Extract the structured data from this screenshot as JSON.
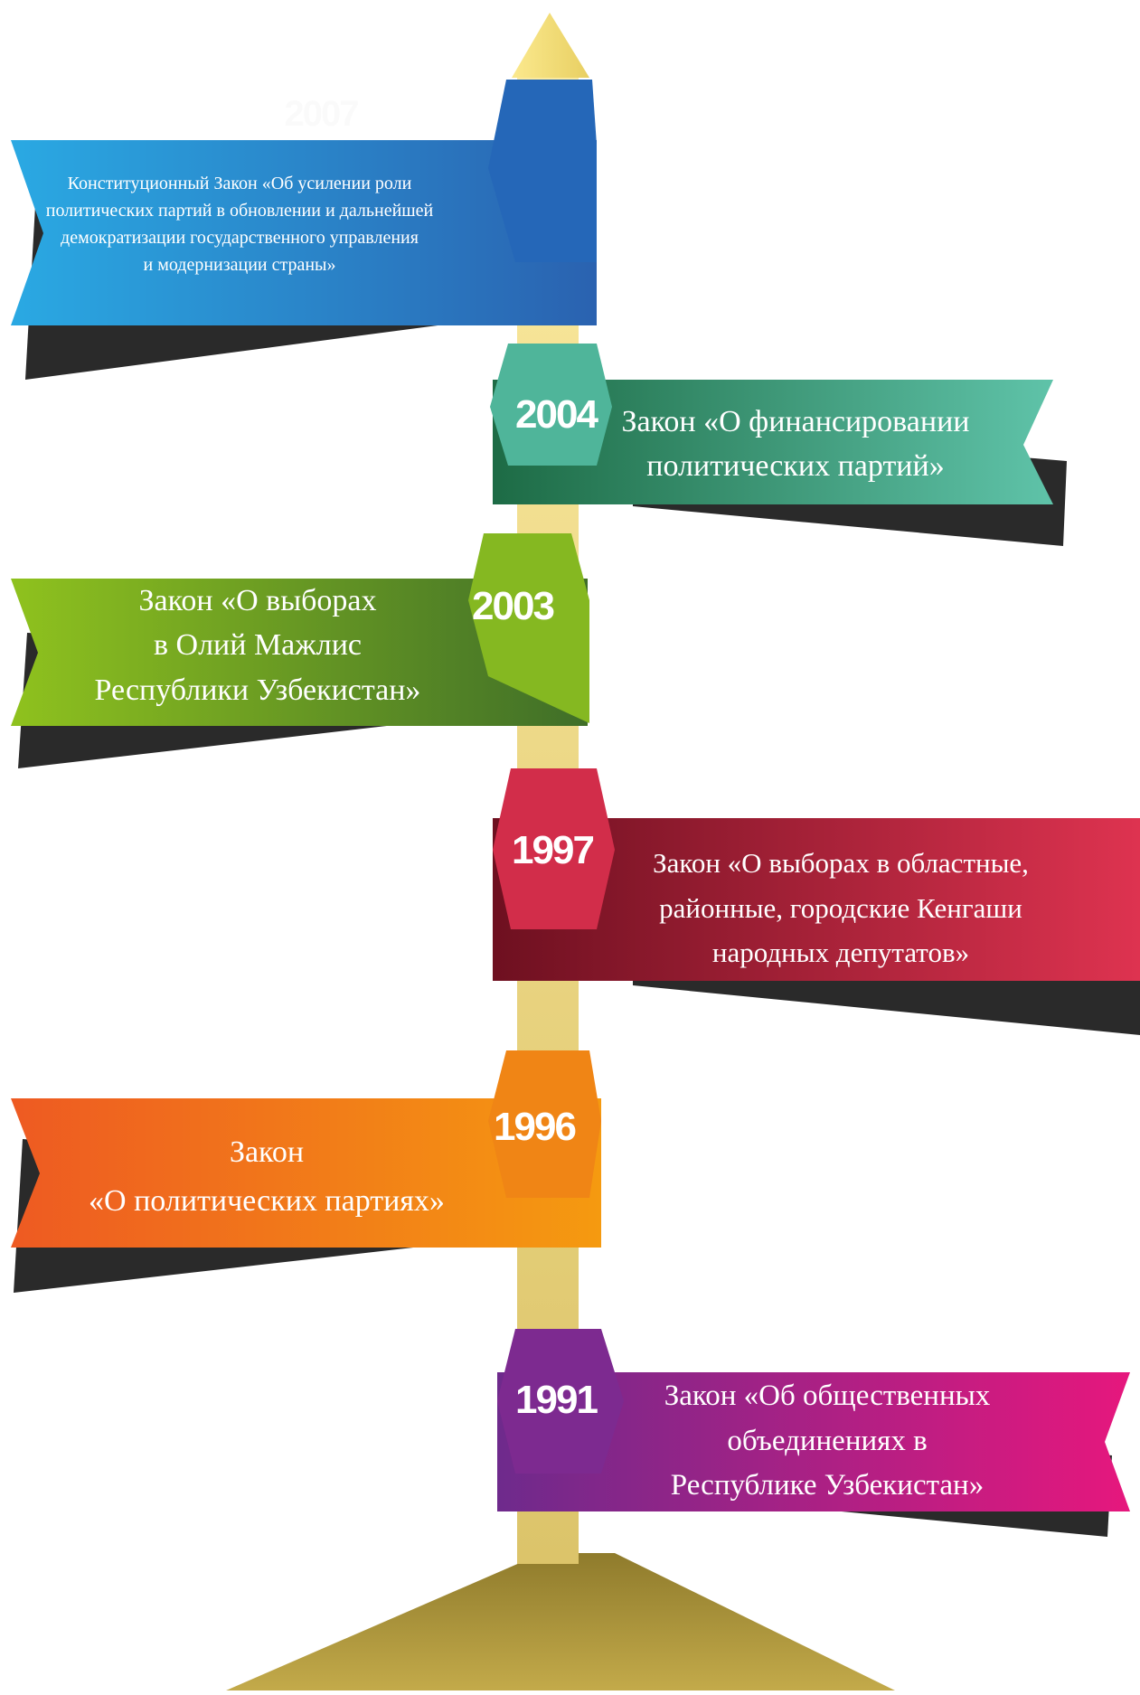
{
  "colors": {
    "pole": "#f5e08a",
    "base": "#b9a043",
    "shadow": "#2a2a2a",
    "tip": "#f7e27a"
  },
  "signs": [
    {
      "id": "2007",
      "year": "2007",
      "text": "Конституционный Закон «Об усилении роли\nполитических партий в обновлении и дальнейшей\nдемократизации государственного управления\nи модернизации страны»",
      "color_from": "#2aa9e3",
      "color_to": "#2a62b0"
    },
    {
      "id": "2004",
      "year": "2004",
      "text": "Закон «О финансировании\nполитических партий»",
      "color_from": "#1d6b45",
      "color_to": "#5fc3a9"
    },
    {
      "id": "2003",
      "year": "2003",
      "text": "Закон «О выборах\nв Олий Мажлис\nРеспублики Узбекистан»",
      "color_from": "#8fc21e",
      "color_to": "#3f6e28"
    },
    {
      "id": "1997",
      "year": "1997",
      "text": "Закон «О выборах в областные,\nрайонные, городские Кенгаши\nнародных депутатов»",
      "color_from": "#6e1020",
      "color_to": "#de3350"
    },
    {
      "id": "1996",
      "year": "1996",
      "text": "Закон\n«О политических партиях»",
      "color_from": "#ee5a22",
      "color_to": "#f59a10"
    },
    {
      "id": "1991",
      "year": "1991",
      "text": "Закон «Об общественных\nобъединениях в\nРеспублике Узбекистан»",
      "color_from": "#6e2a8c",
      "color_to": "#e6177d"
    }
  ]
}
